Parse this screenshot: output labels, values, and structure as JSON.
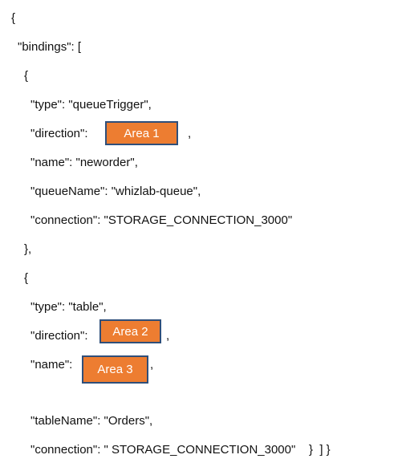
{
  "code": {
    "open_brace": "{",
    "bindings_key": "\"bindings\": [",
    "b1_open": "{",
    "b1_type": "\"type\": \"queueTrigger\",",
    "b1_direction_key": "\"direction\":",
    "b1_direction_comma": ",",
    "b1_name": "\"name\": \"neworder\",",
    "b1_queue_name": "\"queueName\": \"whizlab-queue\",",
    "b1_connection": "\"connection\": \"STORAGE_CONNECTION_3000\"",
    "b1_close": "},",
    "b2_open": "{",
    "b2_type": "\"type\": \"table\",",
    "b2_direction_key": "\"direction\":",
    "b2_direction_comma": ",",
    "b2_name_key": "\"name\":",
    "b2_name_comma": ",",
    "b2_table_name": "\"tableName\": \"Orders\",",
    "b2_connection": "\"connection\": \" STORAGE_CONNECTION_3000\"    }  ] }"
  },
  "areas": {
    "area1": "Area 1",
    "area2": "Area 2",
    "area3": "Area 3"
  },
  "colors": {
    "area_fill": "#ed7d31",
    "area_border": "#2f4f7a"
  }
}
